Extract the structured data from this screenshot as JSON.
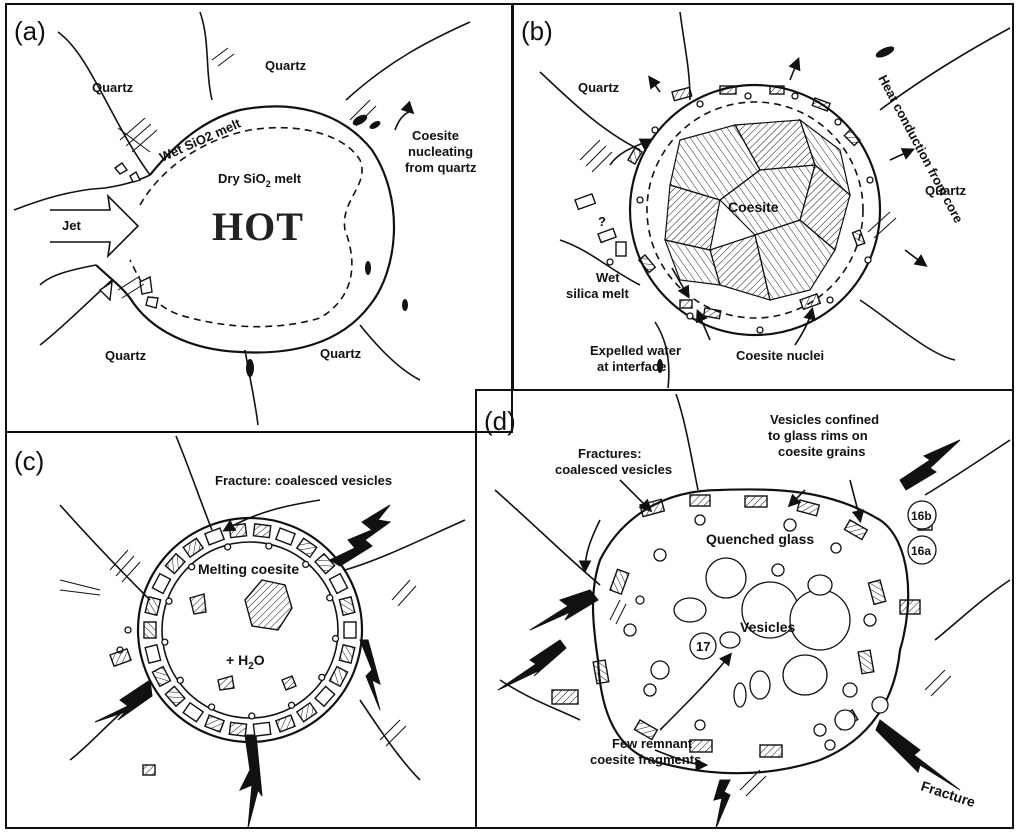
{
  "panels": {
    "a": {
      "letter": "(a)",
      "labels": {
        "quartz_tl": "Quartz",
        "quartz_top": "Quartz",
        "quartz_bl": "Quartz",
        "quartz_br": "Quartz",
        "wet_melt": "Wet SiO2 melt",
        "dry_melt_1": "Dry SiO",
        "dry_melt_sub": "2",
        "dry_melt_2": " melt",
        "hot": "HOT",
        "jet": "Jet",
        "coesite_1": "Coesite",
        "coesite_2": "nucleating",
        "coesite_3": "from quartz"
      }
    },
    "b": {
      "letter": "(b)",
      "labels": {
        "quartz_tl": "Quartz",
        "quartz_r": "Quartz",
        "coesite": "Coesite",
        "question": "?",
        "wet_1": "Wet",
        "wet_2": "silica melt",
        "water_1": "Expelled water",
        "water_2": "at interface",
        "nuclei": "Coesite nuclei",
        "heat": "Heat conduction from core"
      }
    },
    "c": {
      "letter": "(c)",
      "labels": {
        "fracture": "Fracture: coalesced vesicles",
        "melting": "Melting coesite",
        "h2o_1": "+ H",
        "h2o_sub": "2",
        "h2o_2": "O"
      }
    },
    "d": {
      "letter": "(d)",
      "labels": {
        "fractures_1": "Fractures:",
        "fractures_2": "coalesced vesicles",
        "vesicles_conf_1": "Vesicles confined",
        "vesicles_conf_2": "to glass rims on",
        "vesicles_conf_3": "coesite grains",
        "quenched": "Quenched glass",
        "vesicles": "Vesicles",
        "remnant_1": "Few remnant",
        "remnant_2": "coesite fragments",
        "fracture": "Fracture",
        "ref_17": "17",
        "ref_16b": "16b",
        "ref_16a": "16a"
      }
    }
  }
}
